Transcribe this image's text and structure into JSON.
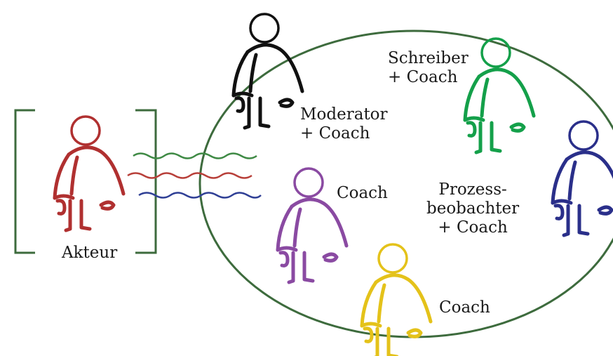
{
  "labels": {
    "akteur": "Akteur",
    "moderator": "Moderator\n+ Coach",
    "coach_purple": "Coach",
    "coach_yellow": "Coach",
    "schreiber": "Schreiber\n+ Coach",
    "prozess": "Prozess-\nbeobachter\n+ Coach"
  },
  "colors": {
    "ellipse": "#3d6b3d",
    "bracket": "#3d6b3d",
    "akteur": "#b03030",
    "moderator": "#111111",
    "coach_purple": "#8a4aa2",
    "coach_yellow": "#e4c21a",
    "schreiber": "#14a04a",
    "prozess": "#2a2f8a",
    "wave_green": "#3f8a45",
    "wave_red": "#b8403a",
    "wave_blue": "#2f3f95"
  }
}
